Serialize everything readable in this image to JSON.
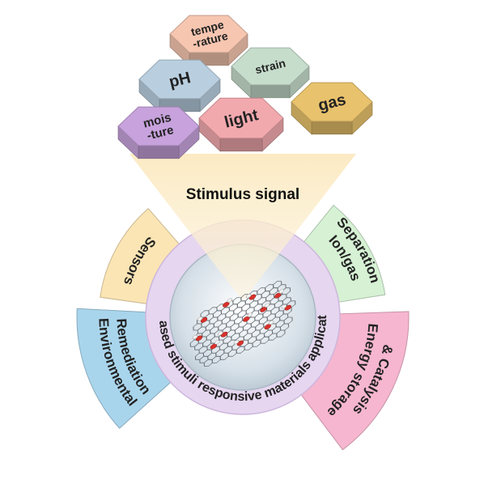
{
  "stimuli": [
    {
      "key": "temperature",
      "lines": [
        "tempe",
        "-rature"
      ],
      "color": "#f6c6b0"
    },
    {
      "key": "ph",
      "lines": [
        "pH"
      ],
      "color": "#b9cfe0"
    },
    {
      "key": "strain",
      "lines": [
        "strain"
      ],
      "color": "#c7ddcc"
    },
    {
      "key": "moisture",
      "lines": [
        "mois",
        "-ture"
      ],
      "color": "#c7a2dc"
    },
    {
      "key": "light",
      "lines": [
        "light"
      ],
      "color": "#f2a9ae"
    },
    {
      "key": "gas",
      "lines": [
        "gas"
      ],
      "color": "#e8c26c"
    }
  ],
  "signal_label": "Stimulus signal",
  "center_label": "GO-based stimuli responsive materials applications",
  "applications": [
    {
      "key": "sensors",
      "lines": [
        "Sensors"
      ],
      "color": "#fbe5b4"
    },
    {
      "key": "environmental",
      "lines": [
        "Environmental",
        "Remediation"
      ],
      "color": "#a9d5ec"
    },
    {
      "key": "ion-gas",
      "lines": [
        "Ion/gas",
        "Separation"
      ],
      "color": "#d6f1d4"
    },
    {
      "key": "energy",
      "lines": [
        "Energy storage",
        "& Catalysis"
      ],
      "color": "#f6b6cf"
    }
  ],
  "colors": {
    "beam": "#fbe9c0",
    "ring": "#e4d3ee",
    "core": "#c6d2dc"
  }
}
